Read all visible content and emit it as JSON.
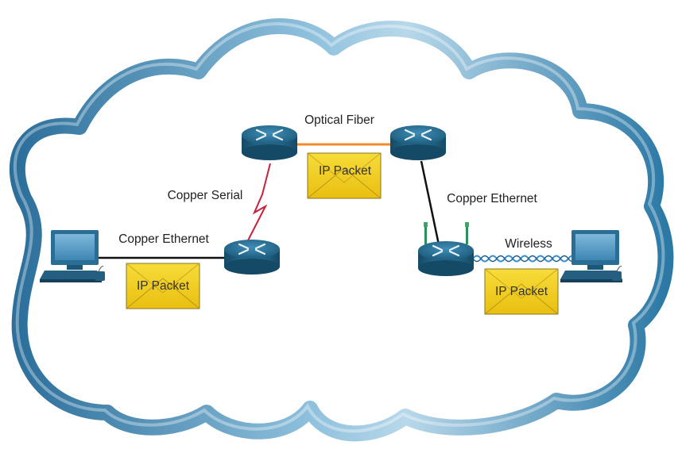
{
  "labels": {
    "optical_fiber": "Optical Fiber",
    "copper_serial": "Copper Serial",
    "copper_ethernet_left": "Copper Ethernet",
    "copper_ethernet_right": "Copper Ethernet",
    "wireless": "Wireless"
  },
  "packets": {
    "top": "IP Packet",
    "left": "IP Packet",
    "right": "IP Packet"
  },
  "colors": {
    "cloud_outline": "#3f87b3",
    "router_body": "#1f5f80",
    "envelope_fill": "#f3d019",
    "fiber_link": "#f08a2a",
    "serial_link": "#c8223a",
    "ethernet_link": "#111111",
    "wireless_wave": "#3a8fd0"
  }
}
